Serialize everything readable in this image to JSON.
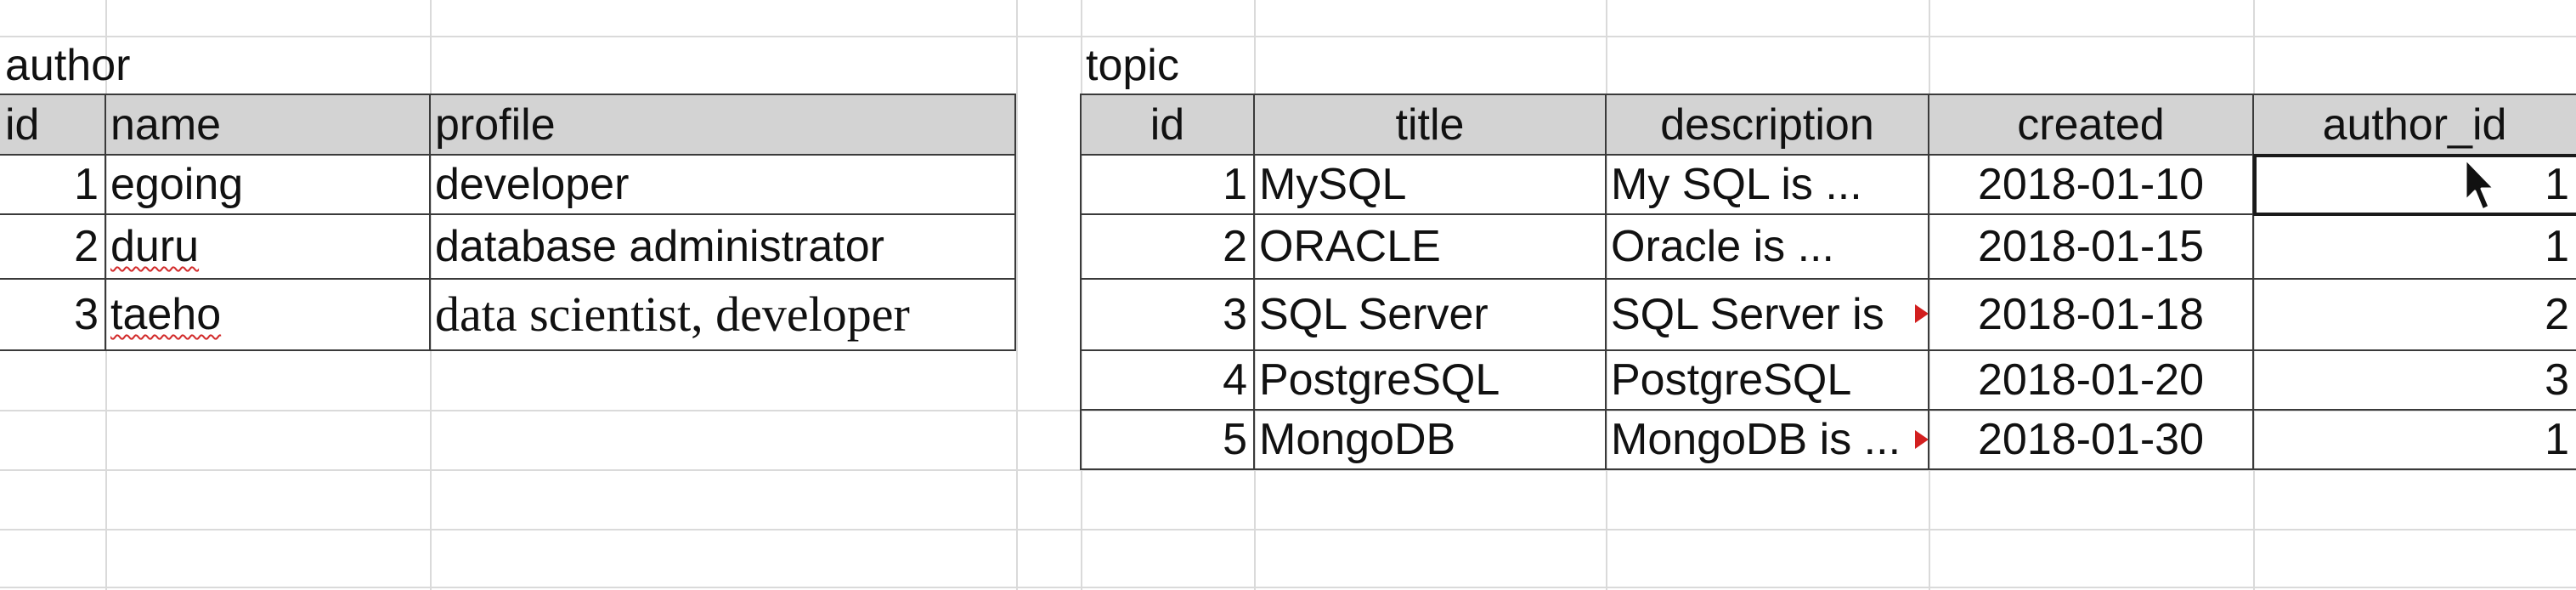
{
  "author_table": {
    "title": "author",
    "headers": [
      "id",
      "name",
      "profile"
    ],
    "rows": [
      {
        "id": "1",
        "name": "egoing",
        "profile": "developer"
      },
      {
        "id": "2",
        "name": "duru",
        "profile": "database administrator"
      },
      {
        "id": "3",
        "name": "taeho",
        "profile": "data scientist, developer"
      }
    ]
  },
  "topic_table": {
    "title": "topic",
    "headers": [
      "id",
      "title",
      "description",
      "created",
      "author_id"
    ],
    "rows": [
      {
        "id": "1",
        "title": "MySQL",
        "description": "My SQL is ...",
        "created": "2018-01-10",
        "author_id": "1"
      },
      {
        "id": "2",
        "title": "ORACLE",
        "description": "Oracle is ...",
        "created": "2018-01-15",
        "author_id": "1"
      },
      {
        "id": "3",
        "title": "SQL Server",
        "description": "SQL Server is",
        "created": "2018-01-18",
        "author_id": "2"
      },
      {
        "id": "4",
        "title": "PostgreSQL",
        "description": "PostgreSQL",
        "created": "2018-01-20",
        "author_id": "3"
      },
      {
        "id": "5",
        "title": "MongoDB",
        "description": "MongoDB is ...",
        "created": "2018-01-30",
        "author_id": "1"
      }
    ]
  },
  "colors": {
    "header_fill": "#d3d3d3",
    "gridline": "#dadada",
    "overflow_marker": "#d21f1f",
    "spellcheck": "#d22b2b"
  }
}
